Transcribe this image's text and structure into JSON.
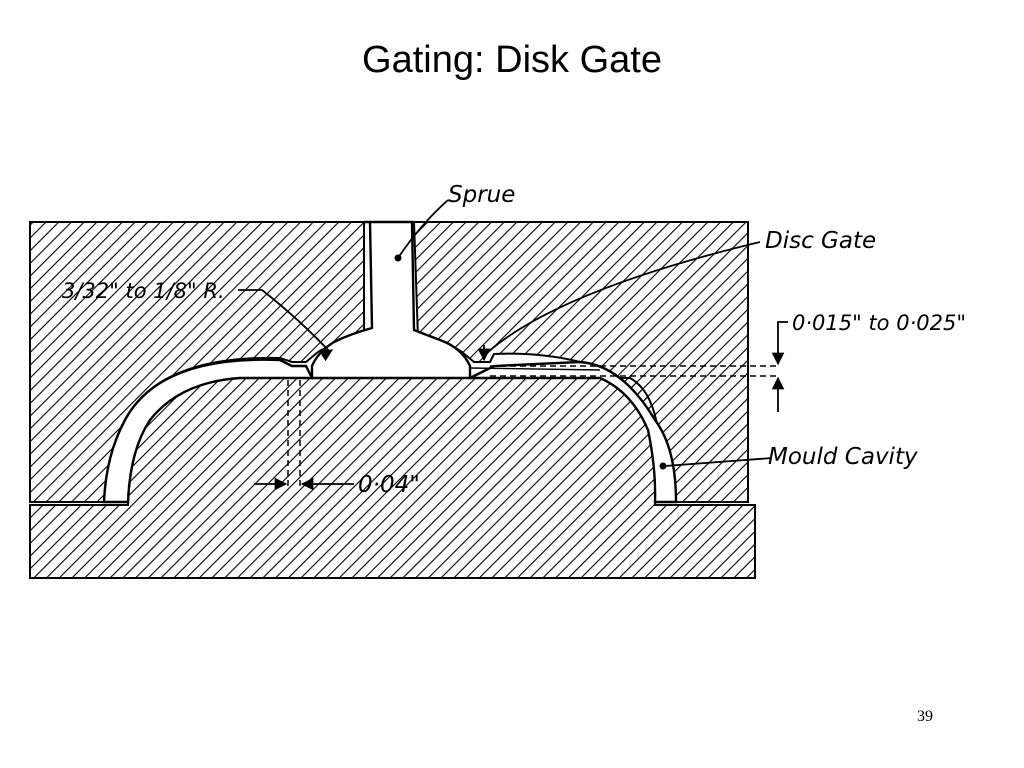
{
  "slide": {
    "title": "Gating: Disk Gate",
    "page_number": "39"
  },
  "diagram": {
    "labels": {
      "sprue": "Sprue",
      "disc_gate": "Disc Gate",
      "radius": "3/32\" to 1/8\" R.",
      "gate_thickness": "0·015\" to 0·025\"",
      "gate_land": "0·04\"",
      "mould_cavity": "Mould Cavity"
    }
  }
}
